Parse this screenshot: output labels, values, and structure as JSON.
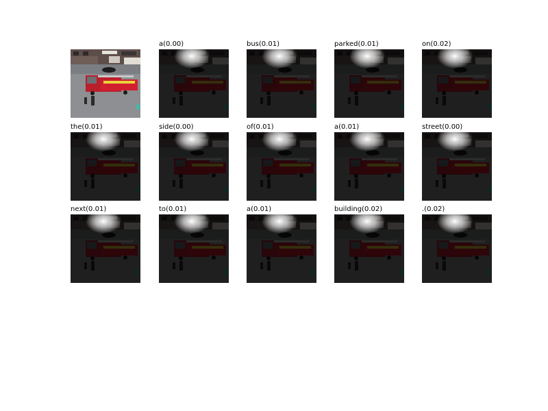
{
  "figure": {
    "source_label": "",
    "words": [
      {
        "word": "a",
        "score": "0.00",
        "text": "a(0.00)"
      },
      {
        "word": "bus",
        "score": "0.01",
        "text": "bus(0.01)"
      },
      {
        "word": "parked",
        "score": "0.01",
        "text": "parked(0.01)"
      },
      {
        "word": "on",
        "score": "0.02",
        "text": "on(0.02)"
      },
      {
        "word": "the",
        "score": "0.01",
        "text": "the(0.01)"
      },
      {
        "word": "side",
        "score": "0.00",
        "text": "side(0.00)"
      },
      {
        "word": "of",
        "score": "0.01",
        "text": "of(0.01)"
      },
      {
        "word": "a",
        "score": "0.01",
        "text": "a(0.01)"
      },
      {
        "word": "street",
        "score": "0.00",
        "text": "street(0.00)"
      },
      {
        "word": "next",
        "score": "0.01",
        "text": "next(0.01)"
      },
      {
        "word": "to",
        "score": "0.01",
        "text": "to(0.01)"
      },
      {
        "word": "a",
        "score": "0.01",
        "text": "a(0.01)"
      },
      {
        "word": "building",
        "score": "0.02",
        "text": "building(0.02)"
      },
      {
        "word": ".",
        "score": "0.02",
        "text": ".(0.02)"
      }
    ]
  }
}
